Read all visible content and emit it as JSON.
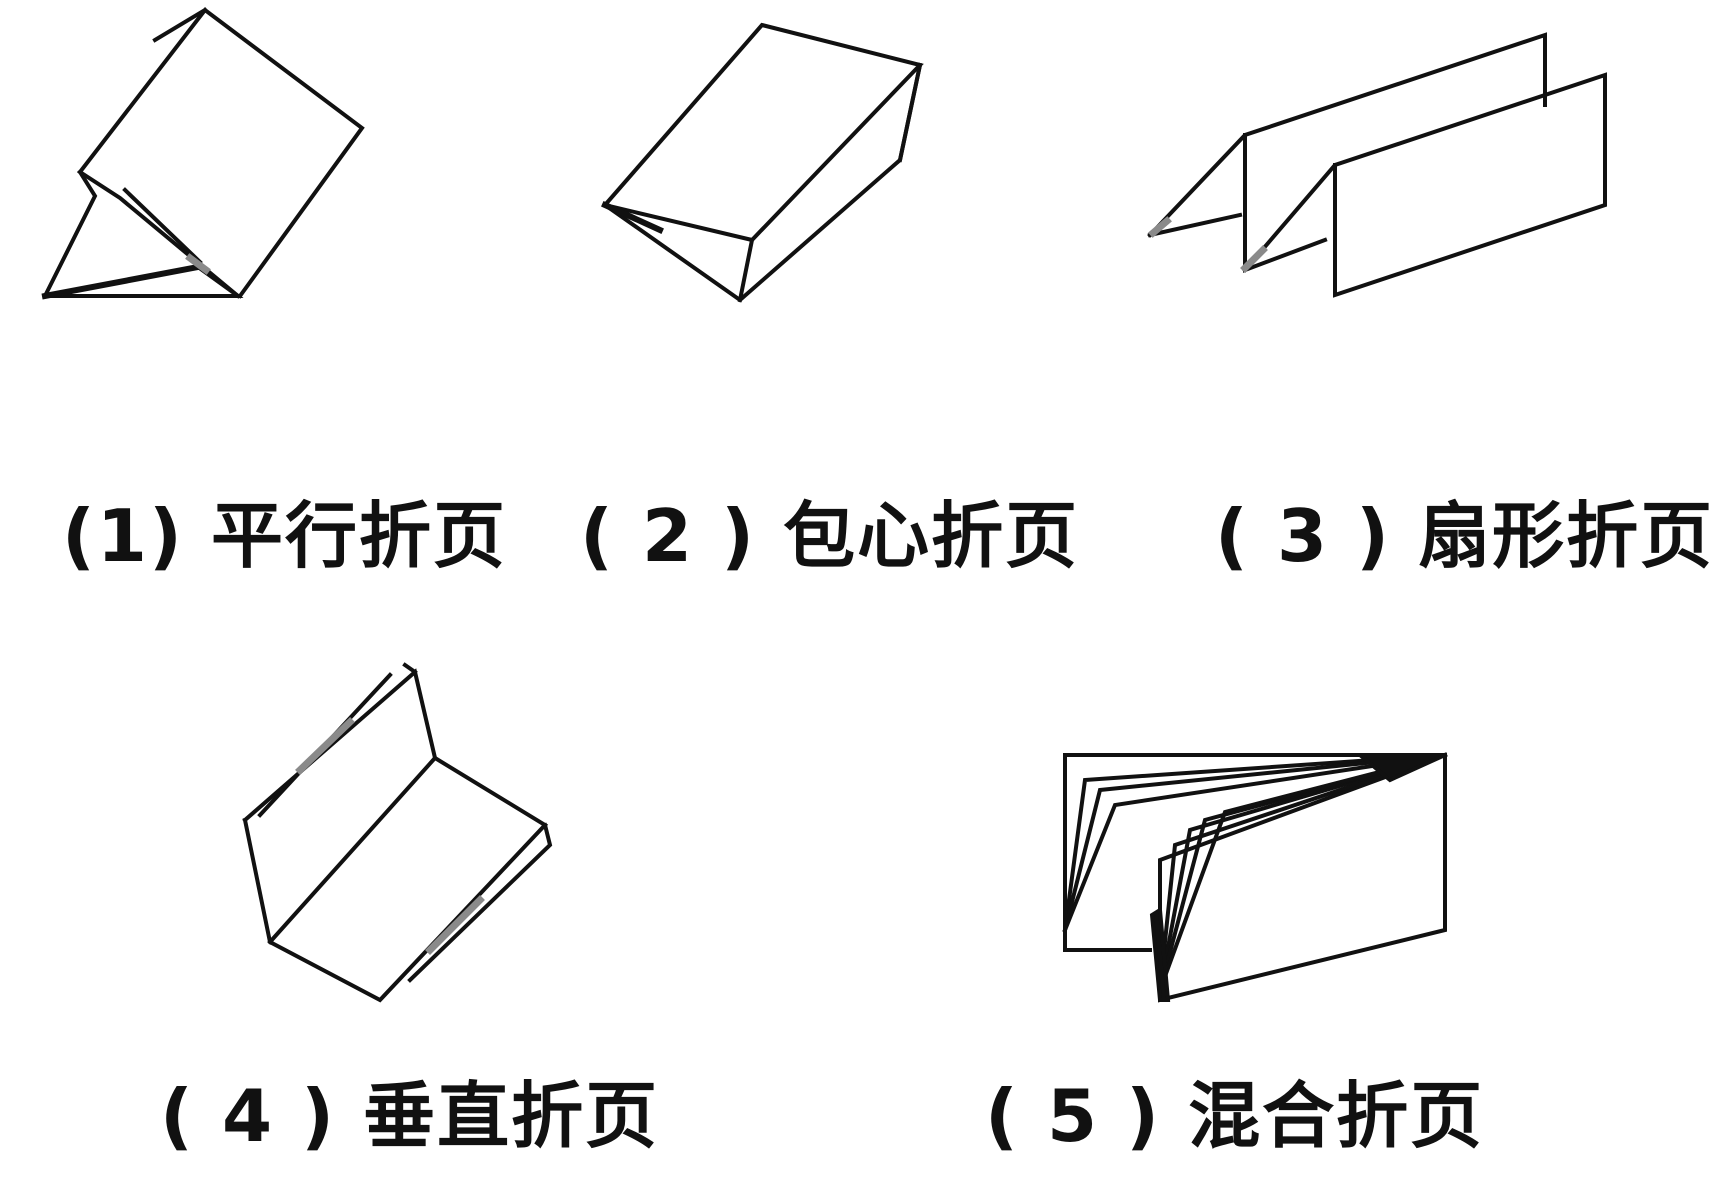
{
  "colors": {
    "line": "#111111",
    "background": "#ffffff",
    "shade": "#8a8a8a"
  },
  "items": [
    {
      "caption": "(1) 平行折页"
    },
    {
      "caption": "( 2 ) 包心折页"
    },
    {
      "caption": "( 3 ) 扇形折页"
    },
    {
      "caption": "( 4 ) 垂直折页"
    },
    {
      "caption": "(  5 ) 混合折页"
    }
  ]
}
